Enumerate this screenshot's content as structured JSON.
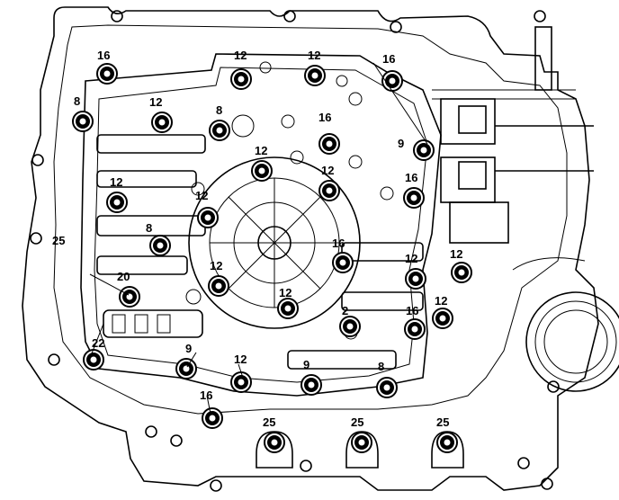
{
  "diagram": {
    "bolt_labels": [
      "16",
      "12",
      "12",
      "16",
      "8",
      "12",
      "8",
      "16",
      "12",
      "9",
      "12",
      "12",
      "16",
      "16",
      "8",
      "12",
      "12",
      "12",
      "20",
      "12",
      "12",
      "22",
      "9",
      "2",
      "16",
      "9",
      "12",
      "16",
      "8",
      "25",
      "25",
      "25",
      "25"
    ]
  },
  "labels": [
    {
      "id": "l1",
      "text": "16"
    },
    {
      "id": "l2",
      "text": "12"
    },
    {
      "id": "l3",
      "text": "12"
    },
    {
      "id": "l4",
      "text": "16"
    },
    {
      "id": "l5",
      "text": "8"
    },
    {
      "id": "l6",
      "text": "12"
    },
    {
      "id": "l7",
      "text": "8"
    },
    {
      "id": "l8",
      "text": "16"
    },
    {
      "id": "l9",
      "text": "9"
    },
    {
      "id": "l10",
      "text": "12"
    },
    {
      "id": "l11",
      "text": "12"
    },
    {
      "id": "l12",
      "text": "16"
    },
    {
      "id": "l13",
      "text": "12"
    },
    {
      "id": "l14",
      "text": "12"
    },
    {
      "id": "l15",
      "text": "8"
    },
    {
      "id": "l16",
      "text": "16"
    },
    {
      "id": "l17",
      "text": "12"
    },
    {
      "id": "l18",
      "text": "12"
    },
    {
      "id": "l19",
      "text": "12"
    },
    {
      "id": "l20",
      "text": "20"
    },
    {
      "id": "l21",
      "text": "12"
    },
    {
      "id": "l22",
      "text": "12"
    },
    {
      "id": "l23",
      "text": "22"
    },
    {
      "id": "l24",
      "text": "2"
    },
    {
      "id": "l25",
      "text": "16"
    },
    {
      "id": "l26",
      "text": "9"
    },
    {
      "id": "l27",
      "text": "9"
    },
    {
      "id": "l28",
      "text": "8"
    },
    {
      "id": "l29",
      "text": "12"
    },
    {
      "id": "l30",
      "text": "16"
    },
    {
      "id": "l31",
      "text": "25"
    },
    {
      "id": "l32",
      "text": "25"
    },
    {
      "id": "l33",
      "text": "25"
    },
    {
      "id": "l34",
      "text": "25"
    }
  ]
}
